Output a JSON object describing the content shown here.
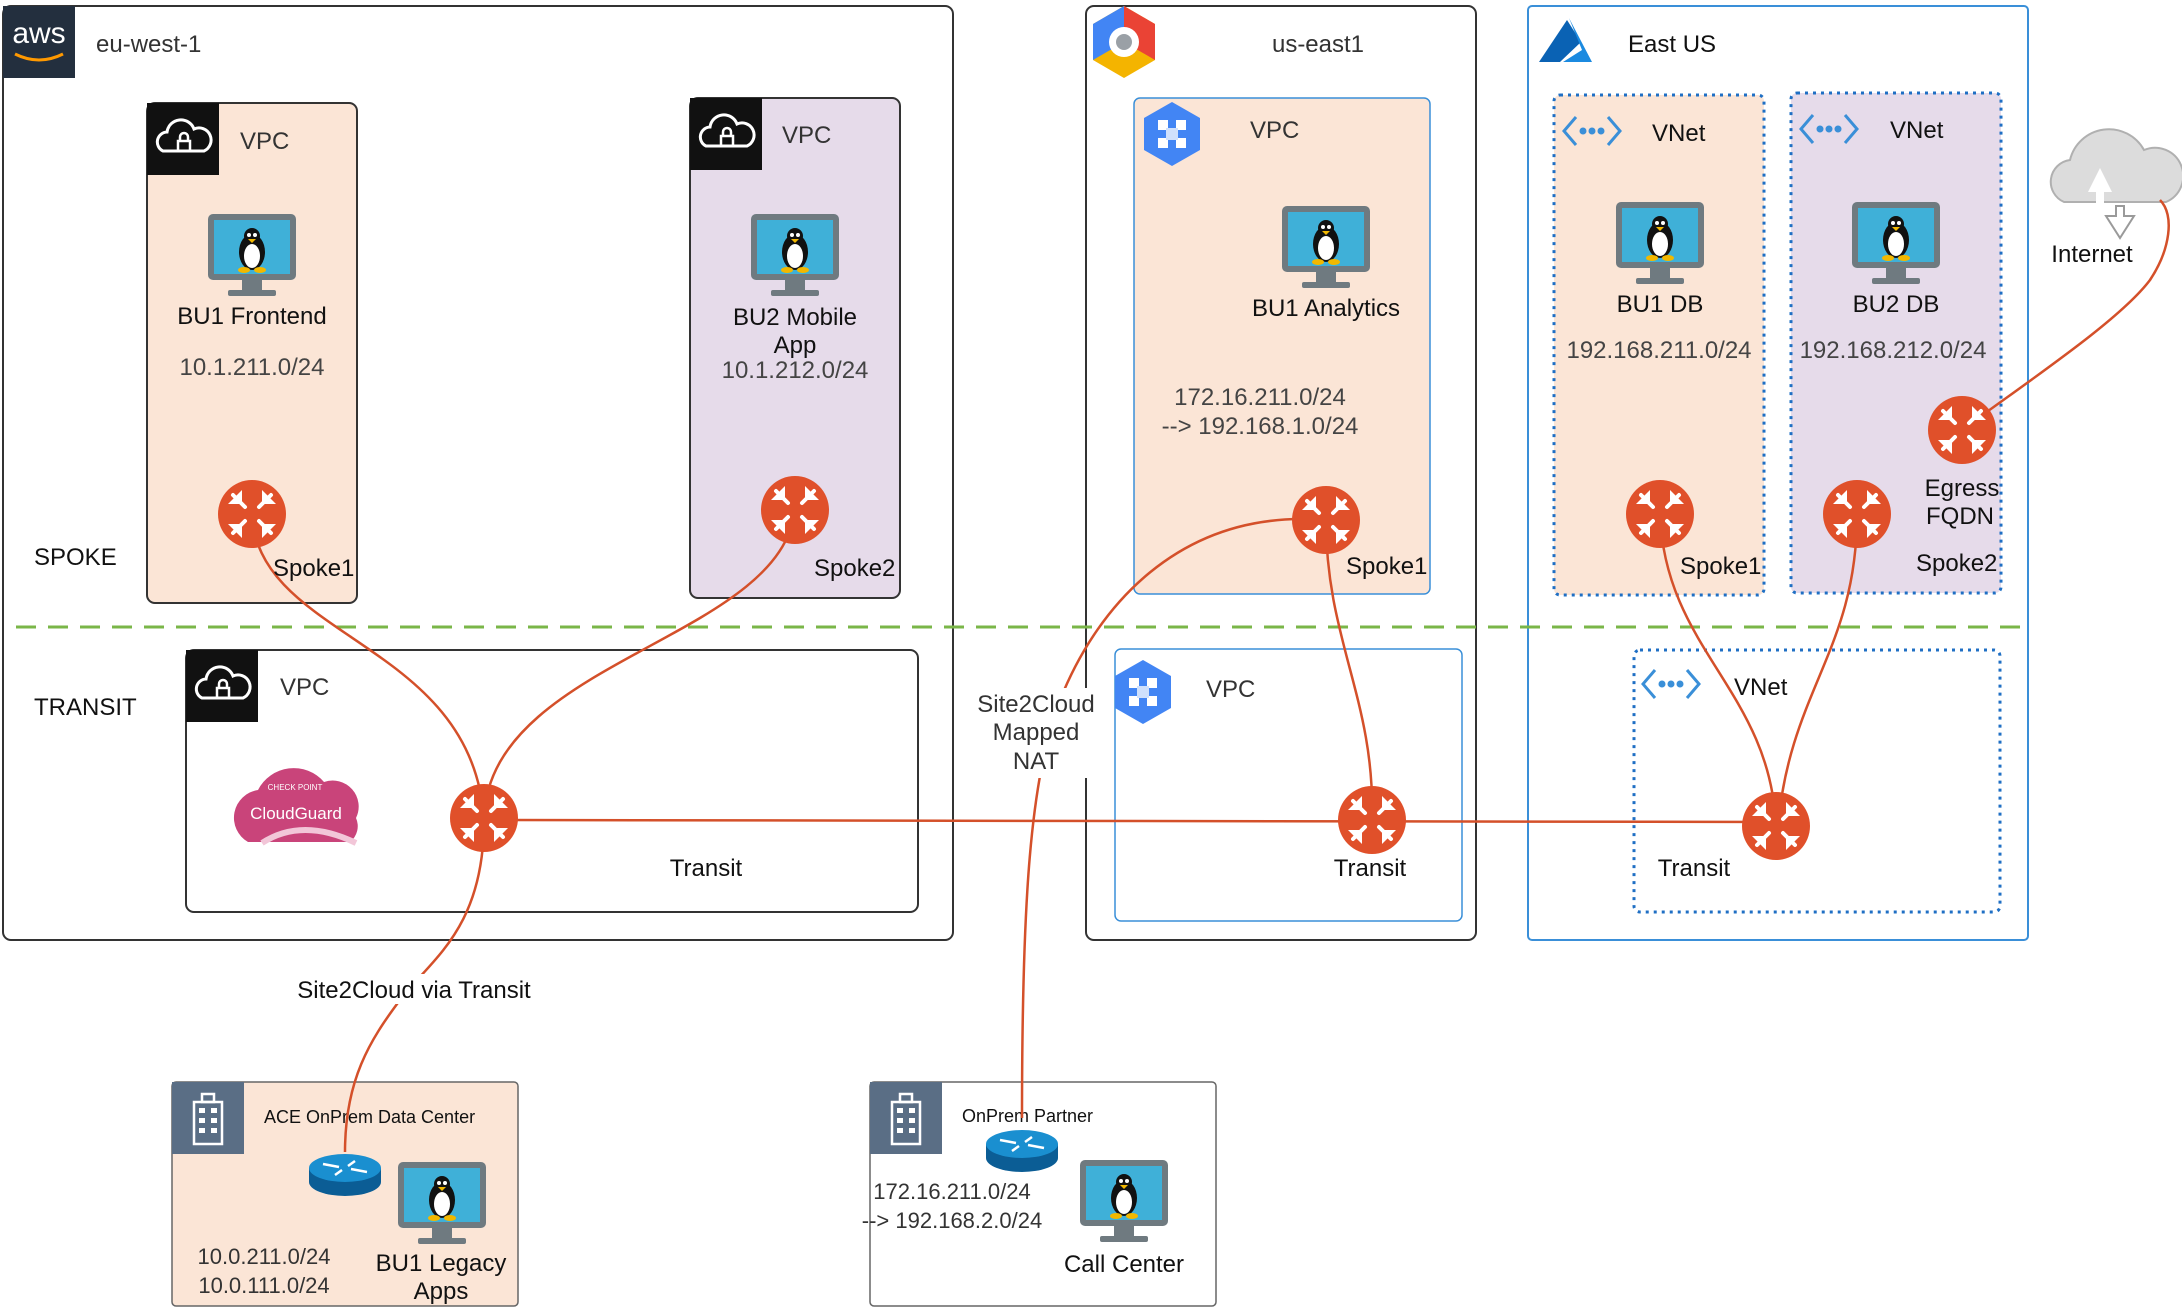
{
  "regions": {
    "aws": {
      "badge": "aws",
      "label": "eu-west-1"
    },
    "gcp": {
      "label": "us-east1"
    },
    "azure": {
      "label": "East US"
    }
  },
  "tiers": {
    "spoke": "SPOKE",
    "transit": "TRANSIT"
  },
  "aws_spoke1": {
    "container": "VPC",
    "workload": "BU1 Frontend",
    "cidr": "10.1.211.0/24",
    "gateway": "Spoke1"
  },
  "aws_spoke2": {
    "container": "VPC",
    "workload_line1": "BU2 Mobile",
    "workload_line2": "App",
    "cidr": "10.1.212.0/24",
    "gateway": "Spoke2"
  },
  "aws_transit": {
    "container": "VPC",
    "firewall": "CloudGuard",
    "firewall_vendor": "CHECK POINT",
    "gateway": "Transit"
  },
  "gcp_spoke1": {
    "container": "VPC",
    "workload": "BU1 Analytics",
    "cidr_line1": "172.16.211.0/24",
    "cidr_line2": "--> 192.168.1.0/24",
    "gateway": "Spoke1"
  },
  "gcp_transit": {
    "container": "VPC",
    "gateway": "Transit"
  },
  "azure_spoke1": {
    "container": "VNet",
    "workload": "BU1 DB",
    "cidr": "192.168.211.0/24",
    "gateway": "Spoke1"
  },
  "azure_spoke2": {
    "container": "VNet",
    "workload": "BU2 DB",
    "cidr": "192.168.212.0/24",
    "gateway": "Spoke2",
    "egress_line1": "Egress",
    "egress_line2": "FQDN"
  },
  "azure_transit": {
    "container": "VNet",
    "gateway": "Transit"
  },
  "internet": {
    "label": "Internet"
  },
  "links": {
    "site2cloud_transit": "Site2Cloud via Transit",
    "site2cloud_nat_line1": "Site2Cloud",
    "site2cloud_nat_line2": "Mapped",
    "site2cloud_nat_line3": "NAT"
  },
  "onprem_dc": {
    "title": "ACE OnPrem Data Center",
    "cidr_line1": "10.0.211.0/24",
    "cidr_line2": "10.0.111.0/24",
    "workload_line1": "BU1 Legacy",
    "workload_line2": "Apps"
  },
  "onprem_partner": {
    "title": "OnPrem Partner",
    "cidr_line1": "172.16.211.0/24",
    "cidr_line2": "--> 192.168.2.0/24",
    "workload": "Call Center"
  },
  "colors": {
    "gateway": "#e0502a",
    "link": "#d4502a",
    "spoke_fill": "#fbe5d6",
    "spoke2_fill": "#e6dbea",
    "divider": "#7ab648",
    "azure_blue": "#3a8fd8",
    "gcp_blue": "#4285f4"
  }
}
